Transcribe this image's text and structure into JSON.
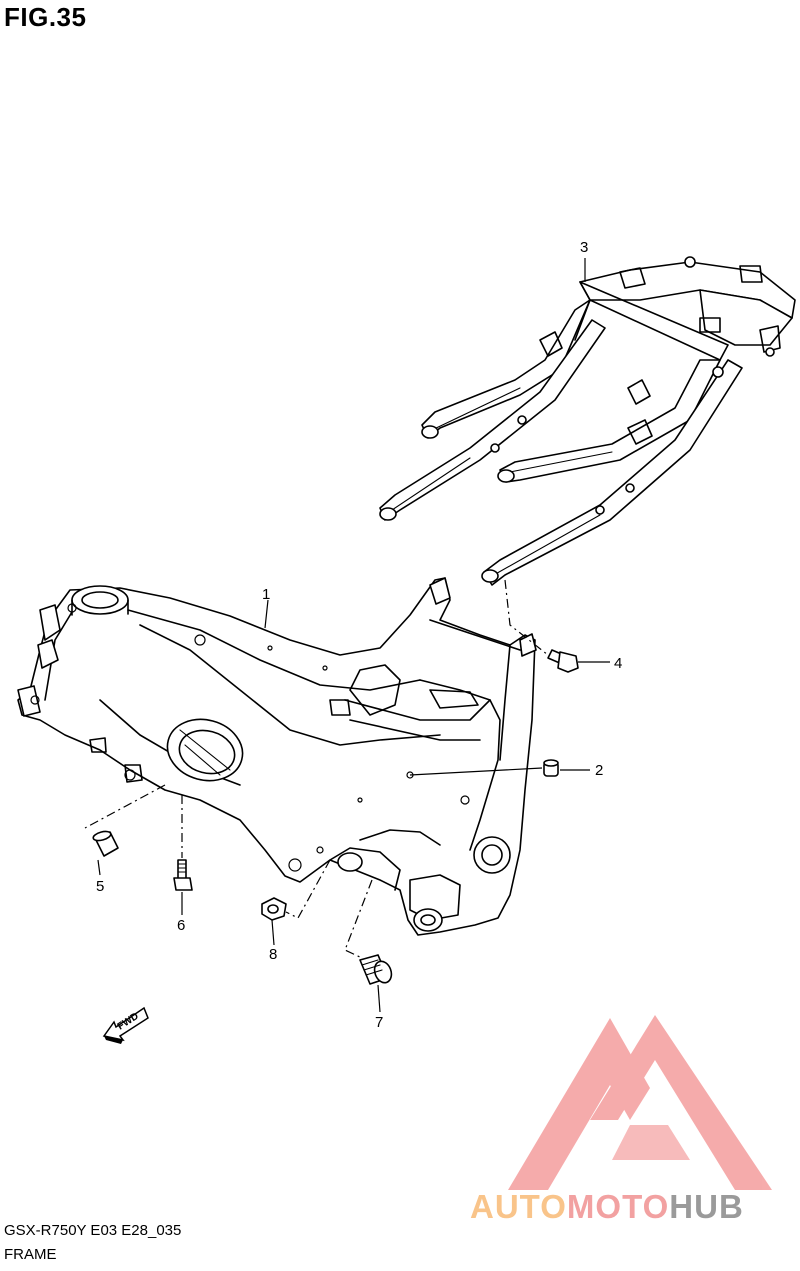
{
  "figure": {
    "title": "FIG.35"
  },
  "callouts": [
    {
      "id": "1",
      "label": "1"
    },
    {
      "id": "2",
      "label": "2"
    },
    {
      "id": "3",
      "label": "3"
    },
    {
      "id": "4",
      "label": "4"
    },
    {
      "id": "5",
      "label": "5"
    },
    {
      "id": "6",
      "label": "6"
    },
    {
      "id": "7",
      "label": "7"
    },
    {
      "id": "8",
      "label": "8"
    }
  ],
  "direction_marker": {
    "label": "FWD",
    "icon": "fwd-arrow-icon"
  },
  "watermark": {
    "part1": "AUTO",
    "part2": "MOTO",
    "part3": "HUB",
    "colors": {
      "auto": "#f9c48a",
      "moto": "#f2a1a1",
      "hub": "#9a9a9a",
      "triangle": "#f5a3a3"
    }
  },
  "caption": {
    "model": "GSX-R750Y E03 E28_035",
    "name": "FRAME"
  }
}
